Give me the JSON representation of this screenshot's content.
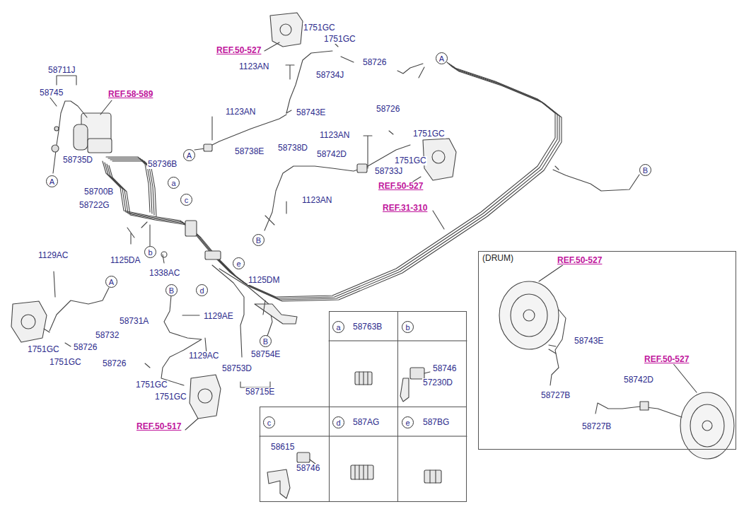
{
  "diagram": {
    "nodes": [
      {
        "text": [
          "A"
        ]
      },
      {
        "text": [
          "A"
        ]
      },
      {
        "text": [
          "B"
        ]
      },
      {
        "text": [
          "A"
        ]
      },
      {
        "text": [
          "a"
        ]
      },
      {
        "text": [
          "c"
        ]
      },
      {
        "text": [
          "B"
        ]
      },
      {
        "text": [
          "b"
        ]
      },
      {
        "text": [
          "e"
        ]
      },
      {
        "text": [
          "A"
        ]
      },
      {
        "text": [
          "B"
        ]
      },
      {
        "text": [
          "d"
        ]
      },
      {
        "text": [
          "B"
        ]
      },
      {
        "text": [
          "(DRUM)"
        ]
      },
      {
        "text": [
          "58763B"
        ]
      },
      {
        "text": [
          "a"
        ],
        "in": 14
      },
      {
        "text": [
          "58746",
          "57230D"
        ]
      },
      {
        "text": [
          "b"
        ],
        "in": 16
      },
      {
        "text": [
          "58615",
          "58746"
        ]
      },
      {
        "text": [
          "c"
        ],
        "in": 18
      },
      {
        "text": [
          "587AG"
        ]
      },
      {
        "text": [
          "d"
        ],
        "in": 20
      },
      {
        "text": [
          "587BG"
        ]
      },
      {
        "text": [
          "e"
        ],
        "in": 22
      }
    ],
    "labels": [
      "1751GC",
      "1751GC",
      "REF.50-527",
      "58726",
      "1123AN",
      "58734J",
      "58711J",
      "58745",
      "REF.58-589",
      "1123AN",
      "58743E",
      "58726",
      "1123AN",
      "1751GC",
      "58738D",
      "58742D",
      "58738E",
      "58735D",
      "58736B",
      "1751GC",
      "58733J",
      "REF.50-527",
      "58700B",
      "1123AN",
      "58722G",
      "REF.31-310",
      "1125DA",
      "1129AC",
      "1338AC",
      "1125DM",
      "58731A",
      "1129AE",
      "58732",
      "1751GC",
      "58726",
      "1751GC",
      "1129AC",
      "58726",
      "58754E",
      "58753D",
      "1751GC",
      "1751GC",
      "58715E",
      "REF.50-517",
      "REF.50-527",
      "58743E",
      "58727B",
      "REF.50-527",
      "58742D",
      "58727B"
    ]
  }
}
